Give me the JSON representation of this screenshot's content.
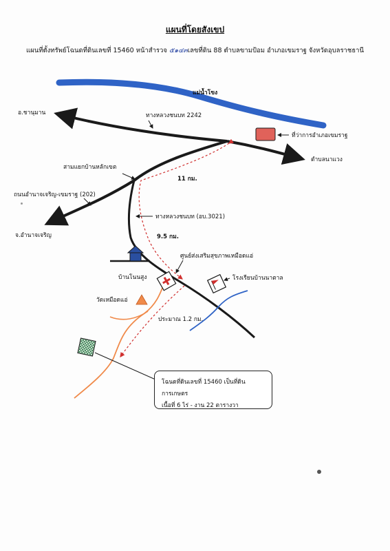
{
  "map": {
    "title": "แผนที่โดยสังเขป",
    "subtitle_prefix": "แผนที่ตั้งทรัพย์โฉนดที่ดินเลขที่ 15460 หน้าสำรวจ",
    "subtitle_handwritten": "๕๑๔๓",
    "subtitle_suffix": "เลขที่ดิน 88 ตำบลขามป้อม  อำเภอเขมราฐ จังหวัดอุบลราชธานี",
    "colors": {
      "river": "#2f63c6",
      "road": "#1a1a1a",
      "route_dashed": "#d0302f",
      "district_office": "#e0625a",
      "temple": "#f08a4a",
      "stream_orange": "#f08a4a",
      "stream_blue": "#2f63c6",
      "land_plot": "#2e7d4b"
    },
    "labels": {
      "mekong": "แม่น้ำโขง",
      "to_khemarat": "อ.ชานุมาน",
      "highway_2242": "ทางหลวงชนบท 2242",
      "district_office": "ที่ว่าการอำเภอเขมราฐ",
      "tambon_na_waeng": "ตำบลนาแวง",
      "junction": "สามแยกบ้านหลักเขต",
      "dist_11km": "11 กม.",
      "road_202": "ถนนอำนาจเจริญ-เขมราฐ (202)",
      "rural_road": "ทางหลวงชนบท (อบ.3021)",
      "to_amnat": "จ.อำนาจเจริญ",
      "dist_9_5km": "9.5 กม.",
      "health_center": "ศูนย์ส่งเสริมสุขภาพเหมือดแอ่",
      "ban_non_sung": "บ้านโนนสูง",
      "school": "โรงเรียนบ้านนาตาล",
      "temple": "วัดเหมือดแอ่",
      "dist_1_2km": "ประมาณ 1.2 กม."
    },
    "icons": {
      "district_office": "building-rect-icon",
      "health_center": "red-cross-icon",
      "village": "house-icon",
      "school": "flag-icon",
      "temple": "triangle-icon",
      "land_plot": "checkered-plot-icon"
    },
    "callout": {
      "line1": "โฉนดที่ดินเลขที่ 15460 เป็นที่ดินการเกษตร",
      "line2": "เนื้อที่ 6 ไร่ - งาน 22 ตารางวา"
    }
  }
}
